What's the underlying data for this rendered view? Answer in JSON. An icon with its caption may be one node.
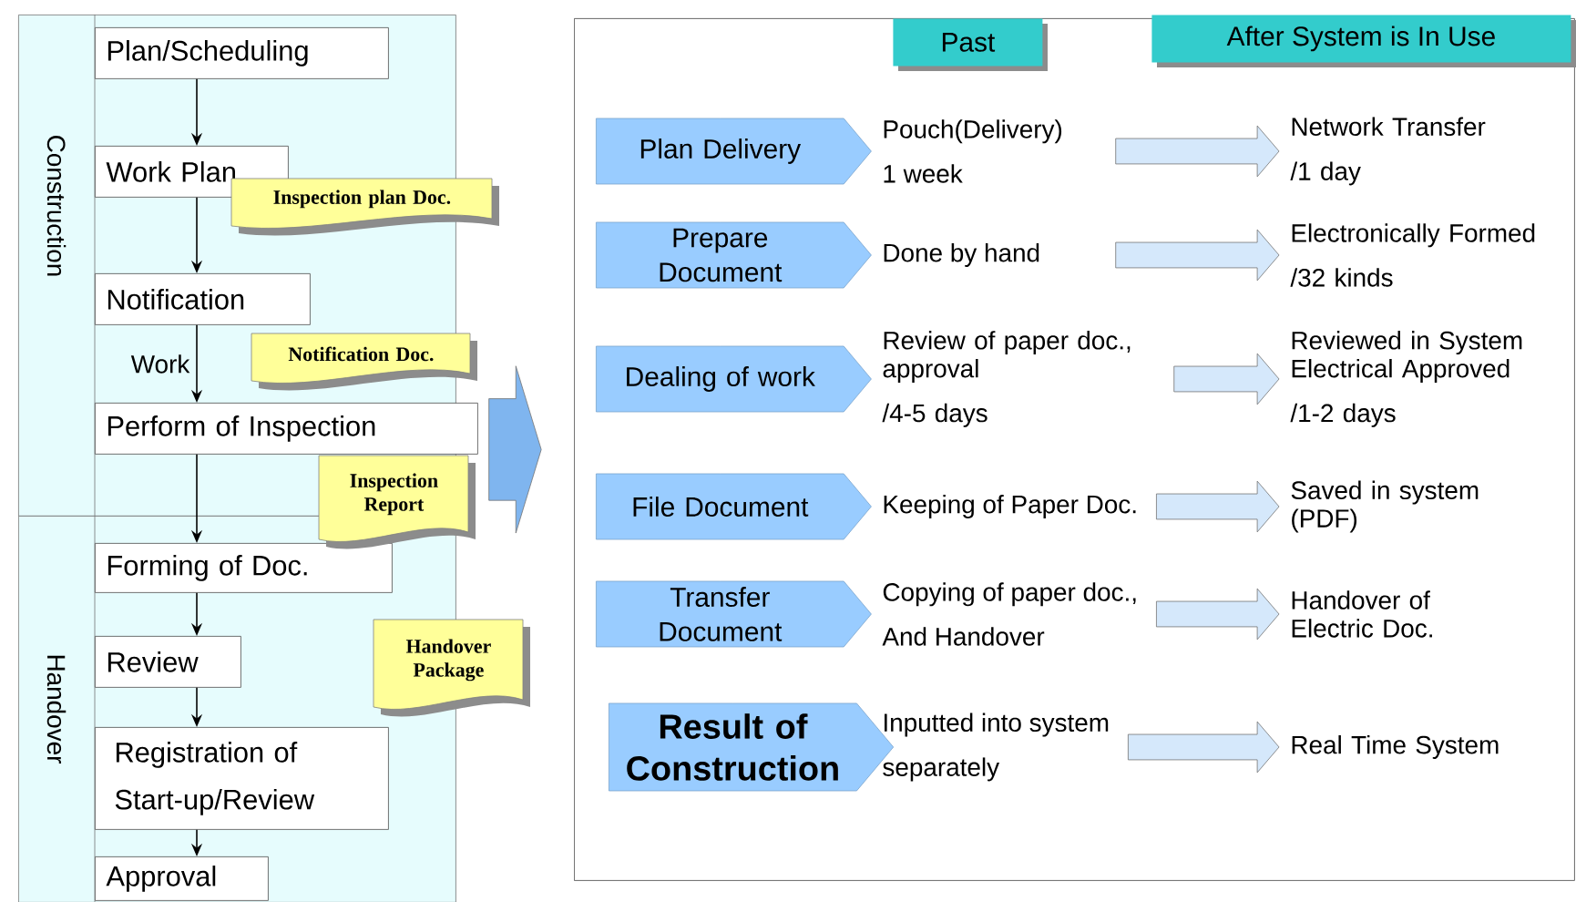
{
  "diagram": {
    "nodes": [
      {
        "text": [
          "Construction"
        ]
      },
      {
        "text": [
          "Plan/Scheduling"
        ],
        "in": 0
      },
      {
        "text": [
          "Work Plan"
        ],
        "in": 0
      },
      {
        "text": [
          "Inspection plan Doc."
        ]
      },
      {
        "text": [
          "Notification"
        ],
        "in": 0
      },
      {
        "text": [
          "Notification Doc."
        ]
      },
      {
        "text": [
          "Perform of Inspection"
        ]
      },
      {
        "text": [
          "Inspection Report"
        ]
      },
      {
        "text": [
          "Handover"
        ]
      },
      {
        "text": [
          "Forming of Doc."
        ],
        "in": 8
      },
      {
        "text": [
          "Review"
        ],
        "in": 8
      },
      {
        "text": [
          "Handover Package"
        ]
      },
      {
        "text": [
          "Registration of Start-up/Review"
        ],
        "in": 8
      },
      {
        "text": [
          "Approval"
        ],
        "in": 8
      },
      {
        "text": [],
        "shape": "box"
      },
      {
        "text": [
          "Past"
        ],
        "in": 14
      },
      {
        "text": [
          "After System is In Use"
        ],
        "in": 14
      },
      {
        "text": [
          "Plan Delivery"
        ],
        "in": 14
      },
      {
        "text": [
          "Pouch(Delivery)",
          "1 week"
        ],
        "in": 14
      },
      {
        "text": [
          "Network Transfer",
          "/1 day"
        ],
        "in": 14
      },
      {
        "text": [
          "Prepare Document"
        ],
        "in": 14
      },
      {
        "text": [
          "Done by hand"
        ],
        "in": 14
      },
      {
        "text": [
          "Electronically Formed",
          "/32 kinds"
        ],
        "in": 14
      },
      {
        "text": [
          "Dealing of work"
        ],
        "in": 14
      },
      {
        "text": [
          "Review of paper doc., approval",
          "/4-5 days"
        ],
        "in": 14
      },
      {
        "text": [
          "Reviewed in System Electrical Approved",
          "/1-2 days"
        ],
        "in": 14
      },
      {
        "text": [
          "File Document"
        ],
        "in": 14
      },
      {
        "text": [
          "Keeping of Paper Doc."
        ],
        "in": 14
      },
      {
        "text": [
          "Saved in system (PDF)"
        ],
        "in": 14
      },
      {
        "text": [
          "Transfer Document"
        ],
        "in": 14
      },
      {
        "text": [
          "Copying of paper doc.,",
          "And Handover"
        ],
        "in": 14
      },
      {
        "text": [
          "Handover of Electric Doc."
        ],
        "in": 14
      },
      {
        "text": [
          "Result of Construction"
        ],
        "in": 14
      },
      {
        "text": [
          "Inputted into system",
          "separately"
        ],
        "in": 14
      },
      {
        "text": [
          "Real Time System"
        ],
        "in": 14
      }
    ],
    "edges": [
      {
        "from": 1,
        "to": 2,
        "arrow": "to"
      },
      {
        "from": 2,
        "to": 4,
        "arrow": "to"
      },
      {
        "from": 4,
        "to": 6,
        "arrow": "to",
        "label": "Work"
      },
      {
        "from": 6,
        "to": 9,
        "arrow": "to"
      },
      {
        "from": 9,
        "to": 10,
        "arrow": "to"
      },
      {
        "from": 10,
        "to": 12,
        "arrow": "to"
      },
      {
        "from": 12,
        "to": 13,
        "arrow": "to"
      },
      {
        "from": 0,
        "to": 14,
        "arrow": "to",
        "style": "thick",
        "color": "#7fb5ef"
      },
      {
        "from": 18,
        "to": 19,
        "arrow": "to",
        "style": "thick",
        "color": "#d5e8fb"
      },
      {
        "from": 21,
        "to": 22,
        "arrow": "to",
        "style": "thick",
        "color": "#d5e8fb"
      },
      {
        "from": 24,
        "to": 25,
        "arrow": "to",
        "style": "thick",
        "color": "#d5e8fb"
      },
      {
        "from": 27,
        "to": 28,
        "arrow": "to",
        "style": "thick",
        "color": "#d5e8fb"
      },
      {
        "from": 30,
        "to": 31,
        "arrow": "to",
        "style": "thick",
        "color": "#d5e8fb"
      },
      {
        "from": 33,
        "to": 34,
        "arrow": "to",
        "style": "thick",
        "color": "#d5e8fb"
      }
    ]
  }
}
